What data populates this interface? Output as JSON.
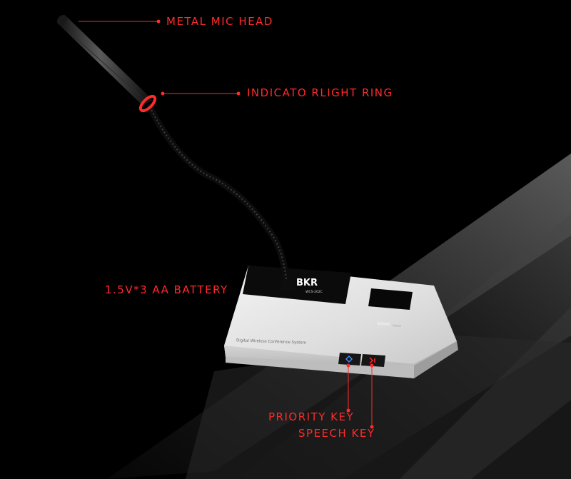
{
  "labels": {
    "mic_head": "METAL MIC HEAD",
    "light_ring": "INDICATO RLIGHT RING",
    "battery": "1.5V*3 AA BATTERY",
    "priority_key": "PRIORITY KEY",
    "speech_key": "SPEECH KEY"
  },
  "device": {
    "brand": "BKR",
    "model": "WCS-202C",
    "caption": "Digital Wireless Conference System"
  },
  "colors": {
    "background": "#000000",
    "callout": "#ff2a2a",
    "base_silver": "#e4e4e4",
    "ring_red": "#ff2a2a",
    "priority_blue": "#3a8cff",
    "speech_red": "#ff2a2a"
  },
  "icons": {
    "priority": "priority-key-icon",
    "speech": "speech-key-icon"
  }
}
